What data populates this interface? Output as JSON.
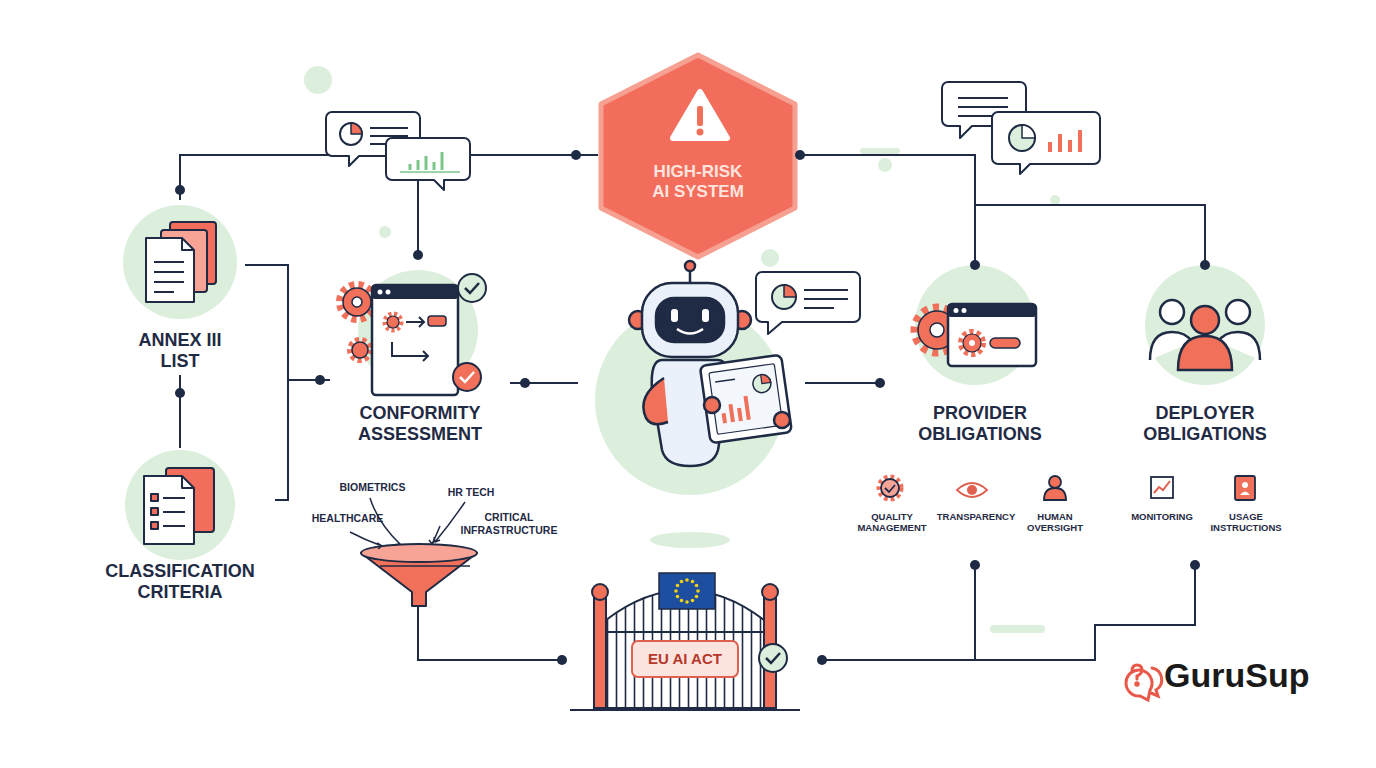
{
  "diagram": {
    "nodes": [
      {
        "text": [
          "HIGH-RISK AI SYSTEM"
        ]
      },
      {
        "text": [
          "ANNEX III LIST"
        ]
      },
      {
        "text": [
          "CONFORMITY ASSESSMENT"
        ]
      },
      {
        "text": [
          "PROVIDER OBLIGATIONS"
        ]
      },
      {
        "text": [
          "DEPLOYER OBLIGATIONS"
        ]
      },
      {
        "text": [
          "CLASSIFICATION CRITERIA"
        ]
      },
      {
        "text": [
          "EU AI ACT"
        ]
      }
    ],
    "edges": [
      {
        "from": 1,
        "to": 0,
        "arrow": "none"
      },
      {
        "from": 0,
        "to": 2,
        "arrow": "none"
      },
      {
        "from": 1,
        "to": 5,
        "arrow": "none"
      },
      {
        "from": 1,
        "to": 2,
        "arrow": "none"
      },
      {
        "from": 5,
        "to": 2,
        "arrow": "none"
      },
      {
        "from": 0,
        "to": 3,
        "arrow": "none"
      },
      {
        "from": 0,
        "to": 4,
        "arrow": "none"
      },
      {
        "from": 2,
        "to": 6,
        "arrow": "none"
      },
      {
        "from": 3,
        "to": 6,
        "arrow": "none"
      },
      {
        "from": 4,
        "to": 6,
        "arrow": "none"
      }
    ],
    "labels": [
      "BIOMETRICS",
      "HR TECH",
      "HEALTHCARE",
      "CRITICAL INFRASTRUCTURE",
      "QUALITY MANAGEMENT",
      "TRANSPARENCY",
      "HUMAN OVERSIGHT",
      "MONITORING",
      "USAGE INSTRUCTIONS",
      "GuruSup"
    ]
  }
}
